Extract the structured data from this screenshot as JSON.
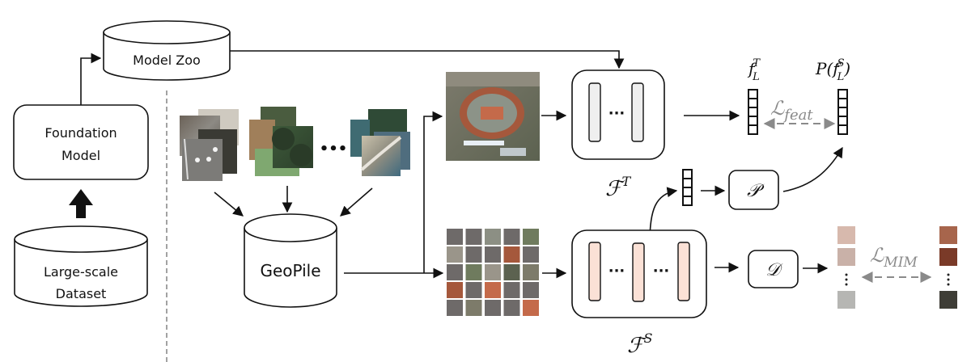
{
  "left": {
    "model_zoo": "Model Zoo",
    "foundation_model_line1": "Foundation",
    "foundation_model_line2": "Model",
    "dataset_line1": "Large-scale",
    "dataset_line2": "Dataset"
  },
  "middle": {
    "geopile": "GeoPile",
    "ellipsis": "•••"
  },
  "teacher": {
    "label": "ℱ",
    "sup": "T",
    "dots": "···"
  },
  "student": {
    "label": "ℱ",
    "sup": "S",
    "dots1": "···",
    "dots2": "···"
  },
  "projector": {
    "label": "𝒫"
  },
  "decoder": {
    "label": "𝒟"
  },
  "features": {
    "teacher_feat": "f",
    "teacher_feat_sub": "L",
    "teacher_feat_sup": "T",
    "student_feat_prefix": "P(f",
    "student_feat_sub": "L",
    "student_feat_sup": "S",
    "student_feat_suffix": ")"
  },
  "losses": {
    "feat_L": "ℒ",
    "feat_sub": "feat",
    "mim_L": "ℒ",
    "mim_sub": "MIM"
  },
  "colors": {
    "teacher_bar": "#efefef",
    "student_bar": "#fbe1d6",
    "mask_patch": "#6e6a69",
    "loss_grey": "#8a8a8a"
  },
  "mask_grid": [
    [
      1,
      1,
      0,
      1,
      0
    ],
    [
      0,
      1,
      1,
      0,
      1
    ],
    [
      1,
      0,
      0,
      0,
      0
    ],
    [
      0,
      1,
      0,
      1,
      1
    ],
    [
      1,
      0,
      1,
      1,
      0
    ]
  ]
}
